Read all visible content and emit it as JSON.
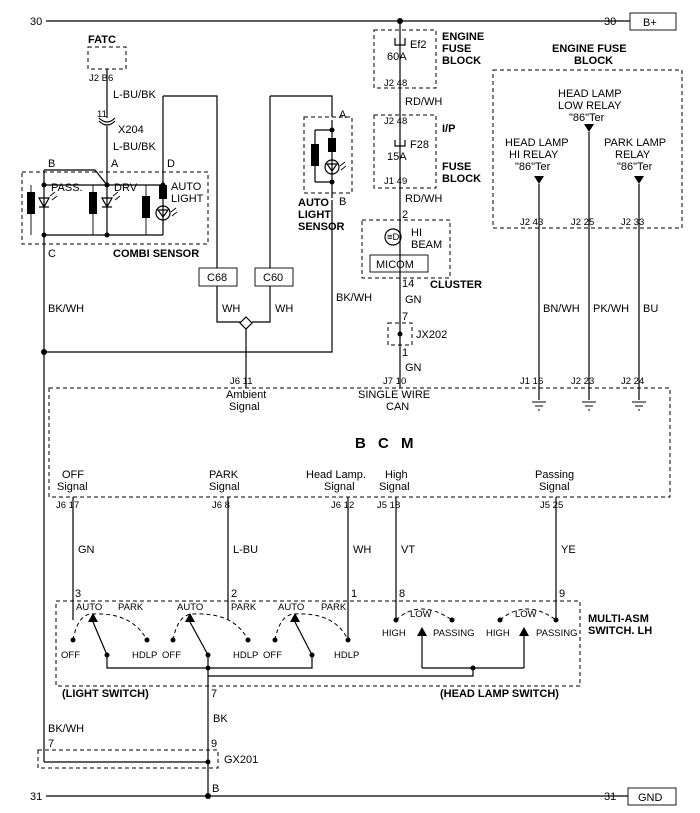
{
  "rails": {
    "top_left": "30",
    "top_right": "30",
    "top_tag": "B+",
    "bottom_left": "31",
    "bottom_right": "31",
    "bottom_tag": "GND"
  },
  "fatc": {
    "label": "FATC",
    "pins": "J2 B6"
  },
  "wires": {
    "fatc_out": "L-BU/BK",
    "x204_out": "L-BU/BK",
    "fuse_to_ipfuse": "RD/WH",
    "ipfuse_to_cluster": "RD/WH",
    "cluster_out": "GN",
    "jx202_out": "GN",
    "combi_c": "BK/WH",
    "ambient_left": "WH",
    "ambient_right": "WH",
    "auto_light_b": "BK/WH",
    "hi_relay": "BN/WH",
    "low_relay": "PK/WH",
    "park_relay": "BU",
    "off_signal": "GN",
    "park_signal": "L-BU",
    "headlamp_signal": "WH",
    "high_signal": "VT",
    "passing_signal": "YE",
    "switch_gnd": "BK",
    "gx_left": "BK/WH"
  },
  "x204": {
    "pin": "11",
    "label": "X204"
  },
  "combi": {
    "pin_b": "B",
    "pin_a": "A",
    "pin_d": "D",
    "pin_c": "C",
    "pass": "PASS.",
    "drv": "DRV",
    "auto_light_1": "AUTO",
    "auto_light_2": "LIGHT",
    "label": "COMBI SENSOR"
  },
  "auto_sensor": {
    "pin_a": "A",
    "pin_b": "B",
    "line1": "AUTO",
    "line2": "LIGHT",
    "line3": "SENSOR"
  },
  "engine_fuse": {
    "line1": "ENGINE",
    "line2": "FUSE",
    "line3": "BLOCK",
    "fuse_name": "Ef2",
    "fuse_rating": "60A",
    "pin": "J2 48"
  },
  "ip_fuse": {
    "line1": "I/P",
    "line2": "FUSE",
    "line3": "BLOCK",
    "pin_top": "J2 48",
    "fuse_name": "F28",
    "fuse_rating": "15A",
    "pin_bottom": "J1 49"
  },
  "cluster": {
    "pin_in": "2",
    "lamp1": "HI",
    "lamp2": "BEAM",
    "micom": "MICOM",
    "label": "CLUSTER",
    "pin_out": "14"
  },
  "jx202": {
    "pin_top": "7",
    "label": "JX202",
    "pin_bottom": "1"
  },
  "relay_block": {
    "title1": "ENGINE FUSE",
    "title2": "BLOCK",
    "low_l1": "HEAD LAMP",
    "low_l2": "LOW RELAY",
    "low_l3": "\"86\"Ter",
    "hi_l1": "HEAD LAMP",
    "hi_l2": "HI RELAY",
    "hi_l3": "\"86\"Ter",
    "park_l1": "PARK LAMP",
    "park_l2": "RELAY",
    "park_l3": "\"86\"Ter",
    "pin_hi": "J2 43",
    "pin_low": "J2 25",
    "pin_park": "J2 33"
  },
  "c68": "C68",
  "c60": "C60",
  "bcm": {
    "title": "B C M",
    "ambient_pin": "J6 11",
    "ambient_l1": "Ambient",
    "ambient_l2": "Signal",
    "can_pin": "J7 10",
    "can_l1": "SINGLE WIRE",
    "can_l2": "CAN",
    "gnd1_pin": "J1 16",
    "gnd2_pin": "J2 23",
    "gnd3_pin": "J2 24",
    "off_l1": "OFF",
    "off_l2": "Signal",
    "off_pin": "J6 17",
    "park_l1": "PARK",
    "park_l2": "Signal",
    "park_pin": "J6 8",
    "head_l1": "Head Lamp.",
    "head_l2": "Signal",
    "head_pin": "J6 12",
    "high_l1": "High",
    "high_l2": "Signal",
    "high_pin": "J5 18",
    "pass_l1": "Passing",
    "pass_l2": "Signal",
    "pass_pin": "J5 25"
  },
  "switch": {
    "pin3": "3",
    "pin2": "2",
    "pin1": "1",
    "pin8": "8",
    "pin9": "9",
    "pin7": "7",
    "label1": "MULTI-ASM",
    "label2": "SWITCH. LH",
    "auto": "AUTO",
    "park": "PARK",
    "off": "OFF",
    "hdlp": "HDLP",
    "low": "LOW",
    "high": "HIGH",
    "passing": "PASSING",
    "light_switch": "(LIGHT SWITCH)",
    "head_lamp_switch": "(HEAD LAMP SWITCH)"
  },
  "gx201": {
    "pin_left": "7",
    "pin_right": "9",
    "label": "GX201",
    "pin_b": "B"
  }
}
